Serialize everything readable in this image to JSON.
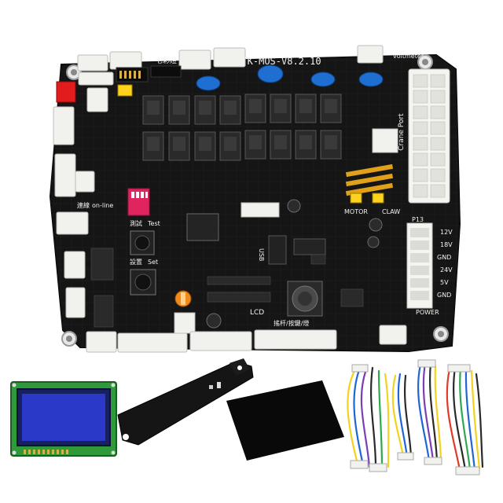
{
  "board": {
    "model": "TK-MOS-V8.2.10",
    "voltmeter": "voltmeter",
    "crane_port": "Crane Port",
    "color_light_cn": "七彩燈",
    "online": "on-line",
    "online_cn": "連線",
    "test": "Test",
    "test_cn": "測試",
    "set": "Set",
    "set_cn": "設置",
    "lcd": "LCD",
    "usb": "USB",
    "motor": "MOTOR",
    "claw": "CLAW",
    "power": "POWER",
    "p13": "P13",
    "voltages": [
      "12V",
      "18V",
      "GND",
      "24V",
      "5V",
      "GND"
    ],
    "joystick_cn": "搖杆/按鍵/燈"
  },
  "colors": {
    "pcb": "#141414",
    "connector": "#f1f1ee",
    "capacitor": "#1e6fd1",
    "dip_switch": "#e0245e",
    "lcd_screen": "#2b39c8",
    "lcd_board": "#2e9a3a",
    "background": "#ffffff"
  }
}
